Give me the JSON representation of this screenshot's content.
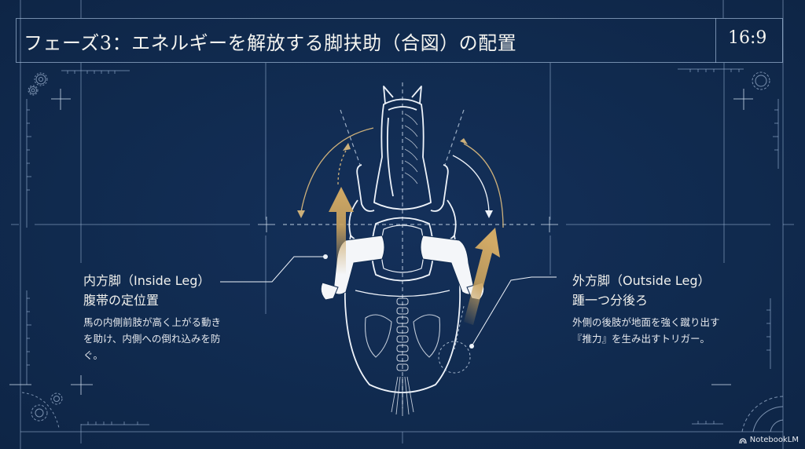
{
  "header": {
    "title": "フェーズ3：エネルギーを解放する脚扶助（合図）の配置",
    "aspect_ratio": "16:9"
  },
  "callouts": {
    "inside_leg": {
      "heading": "内方脚（Inside Leg）",
      "position": "腹帯の定位置",
      "description_lines": [
        "馬の内側前肢が高く上がる動き",
        "を助け、内側への倒れ込みを防",
        "ぐ。"
      ]
    },
    "outside_leg": {
      "heading": "外方脚（Outside Leg）",
      "position": "踵一つ分後ろ",
      "description_lines": [
        "外側の後肢が地面を強く蹴り出す",
        "『推力』を生み出すトリガー。"
      ]
    }
  },
  "diagram": {
    "subject": "top-down view of horse with rider legs",
    "icons": [
      "gear-icon",
      "crosshair-icon",
      "ruler-icon",
      "curved-arrow-icon",
      "upward-arrow-icon"
    ]
  },
  "branding": {
    "label": "NotebookLM"
  },
  "colors": {
    "background": "#112b50",
    "line": "#aac3e1",
    "accent_gold": "#c9a25e",
    "text": "#f2f2ee"
  }
}
